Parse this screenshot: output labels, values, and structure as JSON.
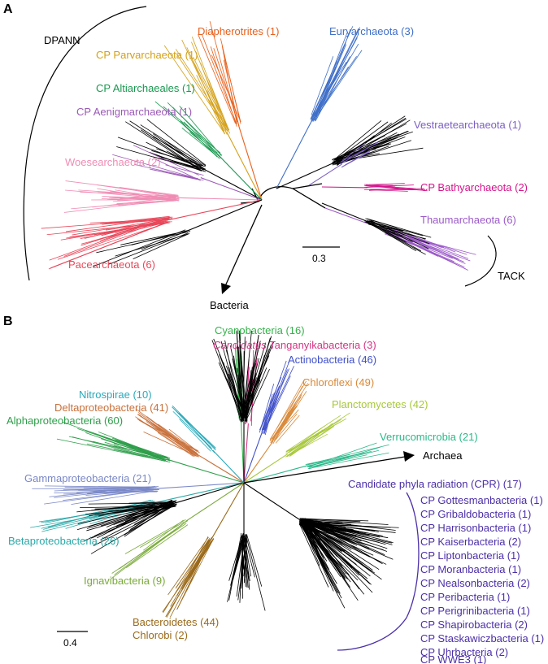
{
  "panels": {
    "a": {
      "letter": "A",
      "dpann_label": "DPANN",
      "tack_label": "TACK",
      "outgroup_label": "Bacteria",
      "scale_label": "0.3",
      "clades": [
        {
          "label": "Diapherotrites (1)",
          "color": "#e8601c"
        },
        {
          "label": "CP Parvarchaeota (1)",
          "color": "#d4a017"
        },
        {
          "label": "CP Altiarchaeales (1)",
          "color": "#1a9850"
        },
        {
          "label": "CP Aenigmarchaeota (1)",
          "color": "#9b59b6"
        },
        {
          "label": "Woesearchaeota (2)",
          "color": "#f08cb4"
        },
        {
          "label": "Pacearchaeota (6)",
          "color": "#e8475a"
        },
        {
          "label": "Euryarchaeota (3)",
          "color": "#3f6fc8"
        },
        {
          "label": "Vestraetearchaeota (1)",
          "color": "#7b5fc4"
        },
        {
          "label": "CP Bathyarchaeota (2)",
          "color": "#d4148c"
        },
        {
          "label": "Thaumarchaeota (6)",
          "color": "#9b59c8"
        }
      ]
    },
    "b": {
      "letter": "B",
      "outgroup_label": "Archaea",
      "scale_label": "0.4",
      "clades": [
        {
          "label": "Cyanobacteria (16)",
          "color": "#33b249"
        },
        {
          "label_italic": "Candidatus",
          "label_rest": " Tanganyikabacteria (3)",
          "color": "#d63384"
        },
        {
          "label": "Actinobacteria (46)",
          "color": "#3f4fc8"
        },
        {
          "label": "Chloroflexi (49)",
          "color": "#d98a3a"
        },
        {
          "label": "Nitrospirae (10)",
          "color": "#2aa8b8"
        },
        {
          "label": "Deltaproteobacteria (41)",
          "color": "#c8703a"
        },
        {
          "label": "Alphaproteobacteria (60)",
          "color": "#2e9e4a"
        },
        {
          "label": "Planctomycetes (42)",
          "color": "#a8c83a"
        },
        {
          "label": "Verrucomicrobia (21)",
          "color": "#2ab88a"
        },
        {
          "label": "Gammaproteobacteria (21)",
          "color": "#7a88c8"
        },
        {
          "label": "Betaproteobacteria (26)",
          "color": "#2aa8a8"
        },
        {
          "label": "Ignavibacteria (9)",
          "color": "#7aaa3a"
        },
        {
          "label": "Bacteroidetes (44)",
          "color": "#9a6a1a"
        },
        {
          "label": "Chlorobi (2)",
          "color": "#9a6a1a"
        }
      ],
      "cpr": {
        "color": "#4b2fa8",
        "title": "Candidate phyla radiation (CPR) (17)",
        "members": [
          "CP Gottesmanbacteria (1)",
          "CP Gribaldobacteria (1)",
          "CP Harrisonbacteria (1)",
          "CP Kaiserbacteria (2)",
          "CP Liptonbacteria (1)",
          "CP Moranbacteria (1)",
          "CP Nealsonbacteria (2)",
          "CP Peribacteria (1)",
          "CP Perigrinibacteria (1)",
          "CP Shapirobacteria (2)",
          "CP Staskawiczbacteria (1)",
          "CP Uhrbacteria (2)",
          "CP WWE3 (1)"
        ]
      }
    }
  }
}
